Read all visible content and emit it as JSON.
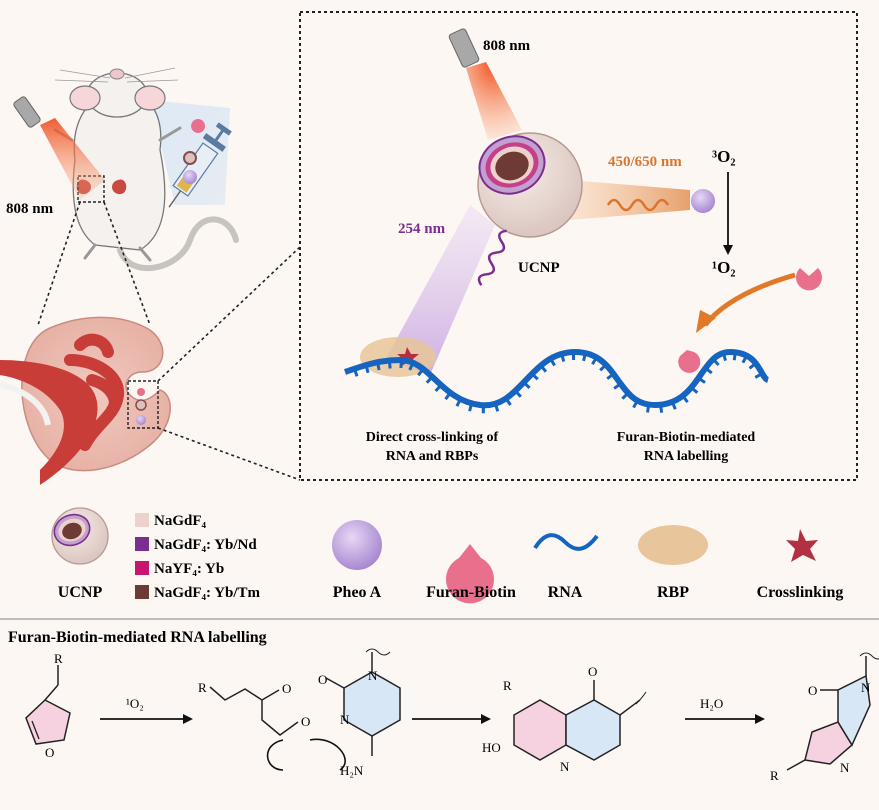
{
  "top": {
    "mouse_wavelength": "808 nm",
    "zoom_wavelength": "808 nm",
    "emission_visible": "450/650 nm",
    "emission_uv": "254 nm",
    "triplet_oxygen": "³O₂",
    "singlet_oxygen": "¹O₂",
    "ucnp_label": "UCNP",
    "caption_left_1": "Direct cross-linking of",
    "caption_left_2": "RNA and RBPs",
    "caption_right_1": "Furan-Biotin-mediated",
    "caption_right_2": "RNA labelling"
  },
  "legend": {
    "ucnp": "UCNP",
    "layers": [
      {
        "label": "NaGdF₄",
        "color": "#ecd2cc"
      },
      {
        "label": "NaGdF₄: Yb/Nd",
        "color": "#7a2f8f"
      },
      {
        "label": "NaYF₄: Yb",
        "color": "#c8166e"
      },
      {
        "label": "NaGdF₄: Yb/Tm",
        "color": "#6e3b34"
      }
    ],
    "pheo": "Pheo A",
    "furan": "Furan-Biotin",
    "rna": "RNA",
    "rbp": "RBP",
    "crosslink": "Crosslinking"
  },
  "scheme": {
    "title": "Furan-Biotin-mediated RNA labelling",
    "reagent1": "¹O₂",
    "reagent2": "H₂O",
    "r_label": "R",
    "o_label": "O",
    "n_label": "N",
    "nh2_label": "H₂N",
    "ho_label": "HO"
  },
  "colors": {
    "laser": "#f05a28",
    "rna": "#1565c0",
    "pheo": "#b89ad8",
    "furan": "#e8708c",
    "rbp": "#e8c59a",
    "crosslink": "#b33040",
    "emission_orange": "#d9752c",
    "emission_purple": "#7a2f8f"
  }
}
